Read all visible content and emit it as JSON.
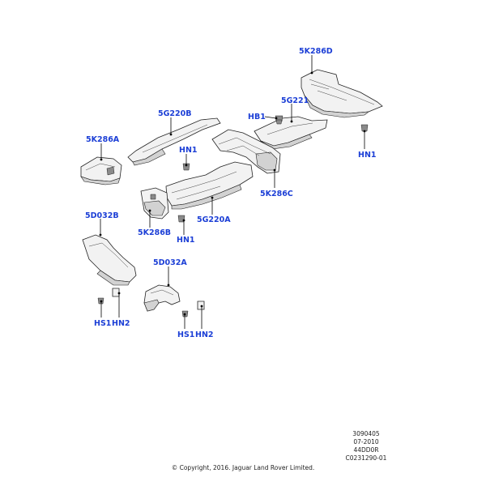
{
  "parts": {
    "p5k286d": "5K286D",
    "p5g221": "5G221",
    "hb1": "HB1",
    "hn1_right": "HN1",
    "p5g220b": "5G220B",
    "p5k286a": "5K286A",
    "hn1_center": "HN1",
    "p5k286c": "5K286C",
    "p5g220a": "5G220A",
    "p5d032b": "5D032B",
    "p5k286b": "5K286B",
    "hn1_lower": "HN1",
    "p5d032a": "5D032A",
    "hs1_left": "HS1",
    "hn2_left": "HN2",
    "hs1_right": "HS1",
    "hn2_right": "HN2"
  },
  "reference": {
    "line1": "3090405",
    "line2": "07-2010",
    "line3": "44DD0R",
    "line4": "C0231290-01"
  },
  "copyright": "© Copyright, 2016. Jaguar Land Rover Limited.",
  "colors": {
    "label": "#1c3fd6",
    "line": "#000000",
    "part_fill": "#f2f2f2"
  }
}
